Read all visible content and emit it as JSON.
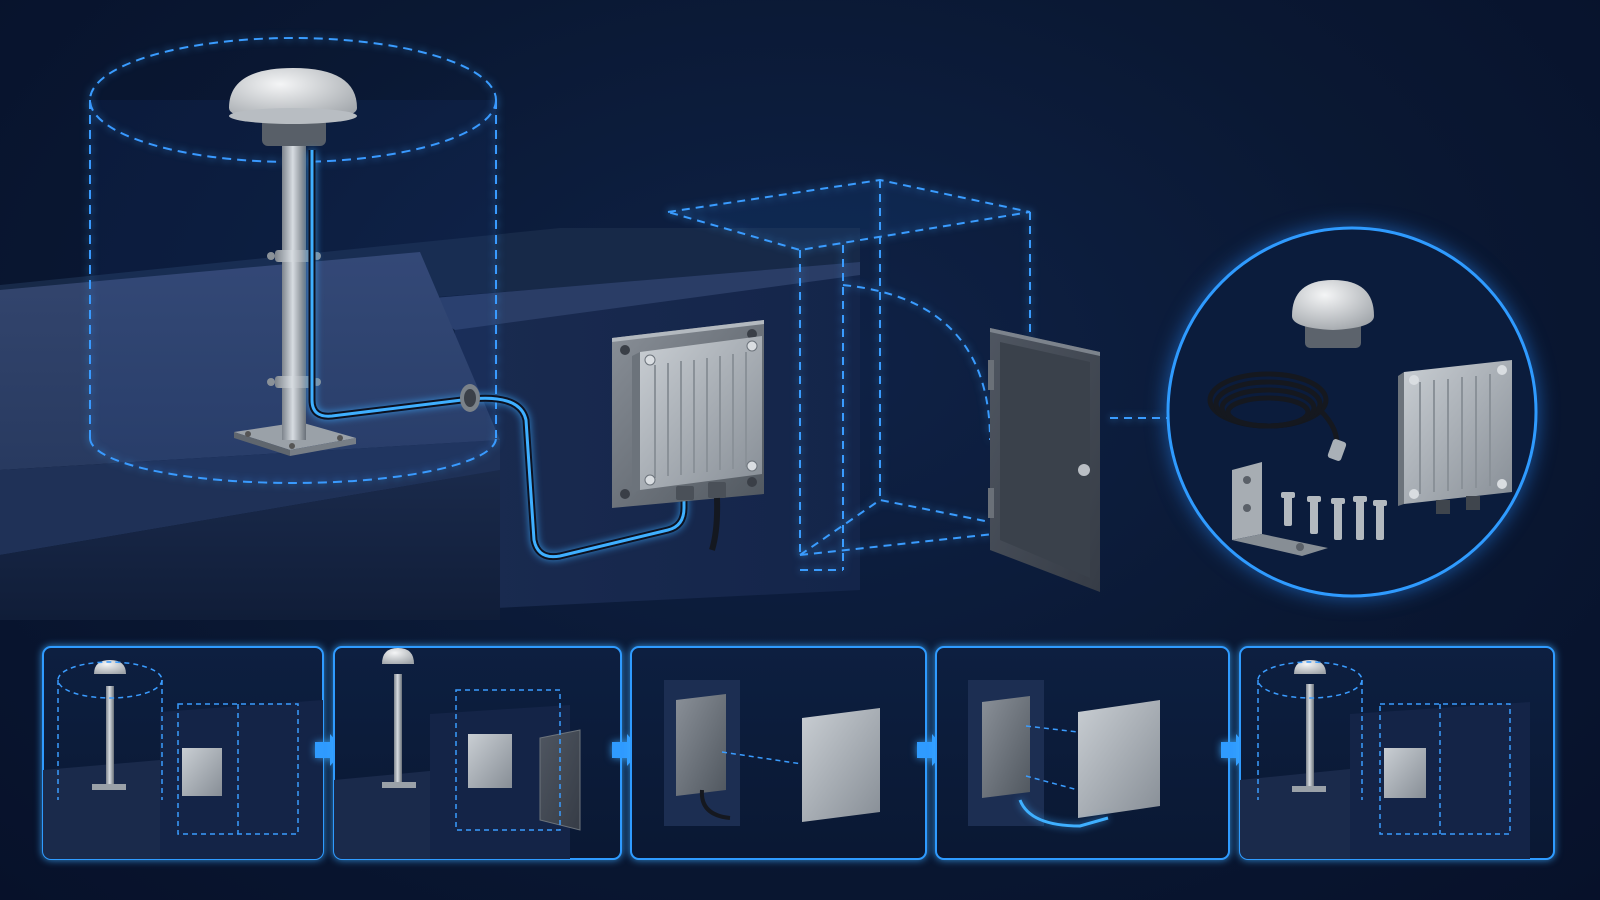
{
  "colors": {
    "background": "#0a1833",
    "accent": "#2f9bff",
    "cable": "#3fb0ff",
    "zone_outline": "#3a9cff",
    "metal": "#a7adb3",
    "wall": "#1c2e52"
  },
  "main_scene": {
    "components": [
      "dome-antenna",
      "mounting-pole",
      "coax-cable",
      "wall-plate",
      "outdoor-enclosure",
      "enclosure-door"
    ]
  },
  "kit_contents": {
    "items": [
      "dome-antenna",
      "coax-cable-coil",
      "outdoor-enclosure",
      "l-bracket",
      "screw-set"
    ]
  },
  "steps": {
    "count": 5,
    "arrow_icon": "arrow-right-icon"
  }
}
